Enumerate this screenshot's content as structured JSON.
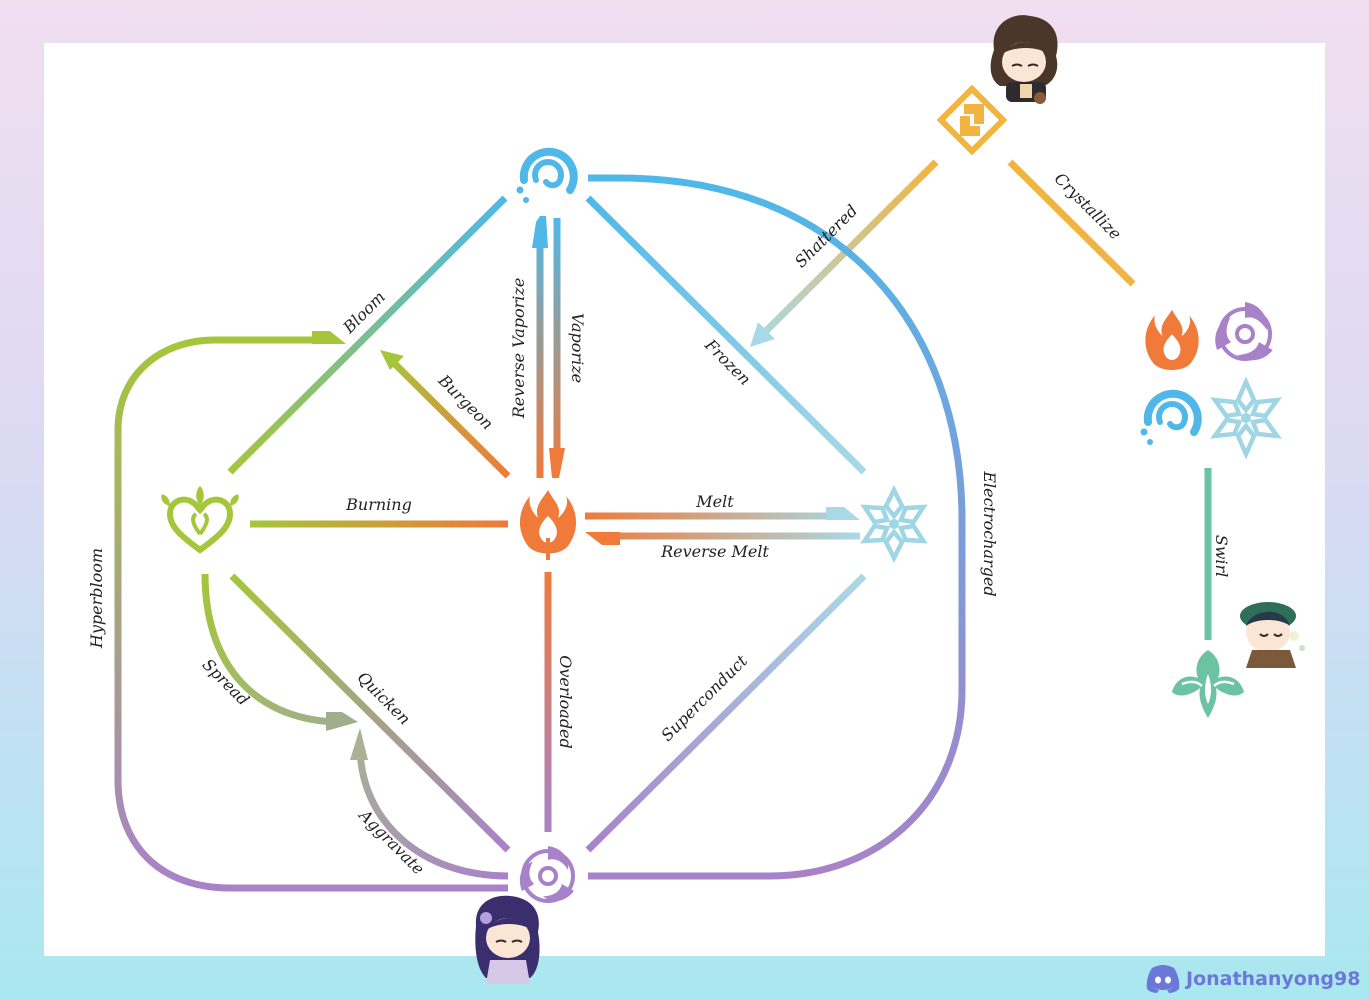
{
  "colors": {
    "hydro": "#4fb8e8",
    "pyro": "#ef7a3a",
    "dendro": "#a5c63b",
    "cryo": "#9fd5e4",
    "electro": "#a882c9",
    "geo": "#f2b440",
    "anemo": "#6cc3a4"
  },
  "elements": {
    "hydro": "hydro-icon",
    "pyro": "pyro-icon",
    "dendro": "dendro-icon",
    "cryo": "cryo-icon",
    "electro": "electro-icon",
    "geo": "geo-icon",
    "anemo": "anemo-icon"
  },
  "characters": [
    "geo-character-chibi",
    "anemo-character-chibi",
    "electro-character-chibi"
  ],
  "reactions": {
    "bloom": "Bloom",
    "burgeon": "Burgeon",
    "reverse_vaporize": "Reverse Vaporize",
    "vaporize": "Vaporize",
    "frozen": "Frozen",
    "shattered": "Shattered",
    "crystallize": "Crystallize",
    "burning": "Burning",
    "melt": "Melt",
    "reverse_melt": "Reverse Melt",
    "electrocharged": "Electrocharged",
    "hyperbloom": "Hyperbloom",
    "spread": "Spread",
    "quicken": "Quicken",
    "overloaded": "Overloaded",
    "superconduct": "Superconduct",
    "aggravate": "Aggravate",
    "swirl": "Swirl"
  },
  "credit": {
    "handle": "Jonathanyong98"
  }
}
